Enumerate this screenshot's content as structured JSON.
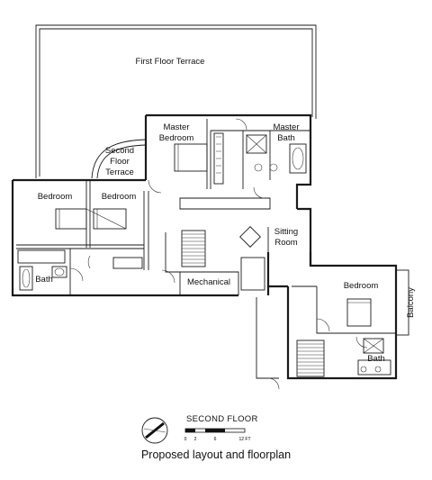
{
  "rooms": {
    "first_floor_terrace": "First Floor Terrace",
    "master_bedroom_1": "Master",
    "master_bedroom_2": "Bedroom",
    "master_bath_1": "Master",
    "master_bath_2": "Bath",
    "second_floor_terrace_1": "Second",
    "second_floor_terrace_2": "Floor",
    "second_floor_terrace_3": "Terrace",
    "bedroom_left": "Bedroom",
    "bedroom_middle": "Bedroom",
    "sitting_room_1": "Sitting",
    "sitting_room_2": "Room",
    "bath_left": "Bath",
    "mechanical": "Mechanical",
    "bedroom_right": "Bedroom",
    "balcony": "Balcony",
    "bath_right": "Bath"
  },
  "legend": {
    "floor_title": "SECOND FLOOR",
    "scale_ticks": [
      "0",
      "2",
      "6",
      "12 FT"
    ]
  },
  "caption": "Proposed layout and floorplan"
}
